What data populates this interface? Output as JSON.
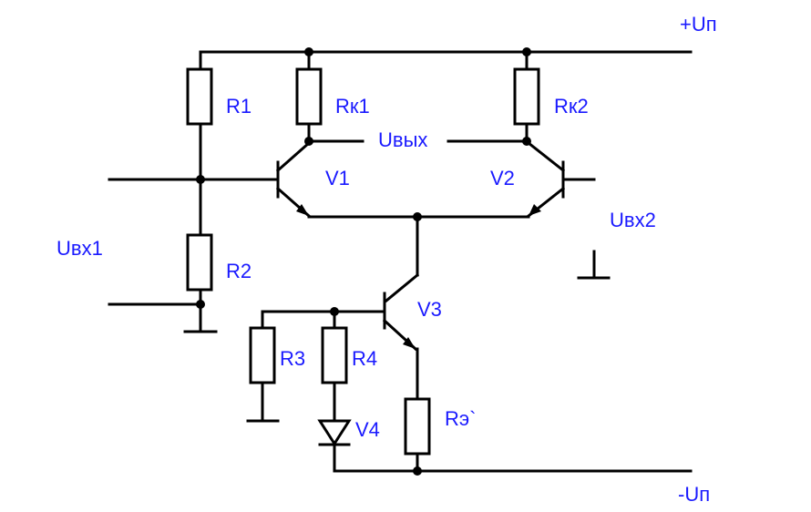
{
  "labels": {
    "vplus": "+Uп",
    "vminus": "-Uп",
    "r1": "R1",
    "r2": "R2",
    "r3": "R3",
    "r4": "R4",
    "rk1": "Rк1",
    "rk2": "Rк2",
    "re": "Rэ`",
    "v1": "V1",
    "v2": "V2",
    "v3": "V3",
    "v4": "V4",
    "uout": "Uвых",
    "uin1": "Uвх1",
    "uin2": "Uвх2"
  },
  "colors": {
    "label": "#1a1aff",
    "wire": "#000000"
  }
}
